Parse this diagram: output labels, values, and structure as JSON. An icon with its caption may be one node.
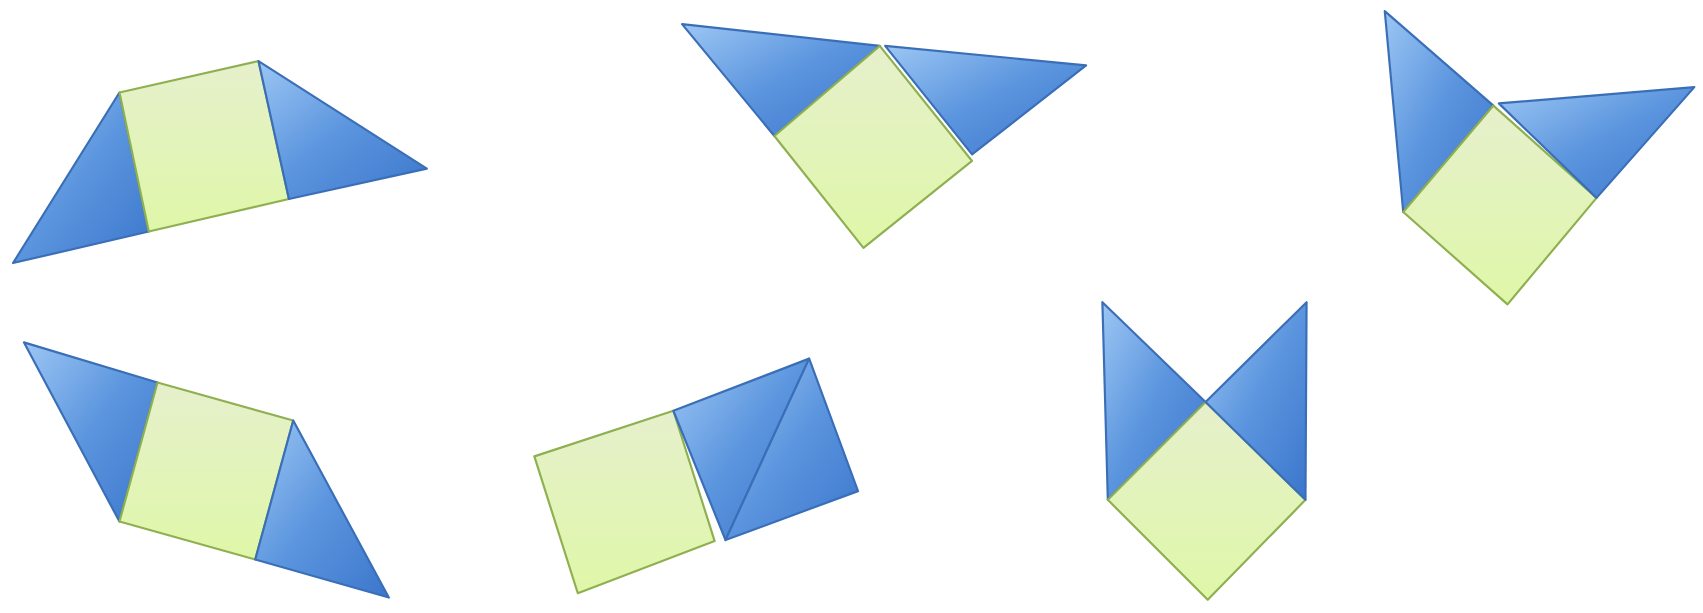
{
  "diagram": {
    "nodes": [
      {
        "text": [],
        "shape": "triangle"
      },
      {
        "text": [],
        "shape": "box"
      },
      {
        "text": [],
        "shape": "triangle"
      },
      {
        "text": [],
        "shape": "triangle"
      },
      {
        "text": [],
        "shape": "diamond"
      },
      {
        "text": [],
        "shape": "triangle"
      },
      {
        "text": [],
        "shape": "triangle"
      },
      {
        "text": [],
        "shape": "diamond"
      },
      {
        "text": [],
        "shape": "triangle"
      },
      {
        "text": [],
        "shape": "triangle"
      },
      {
        "text": [],
        "shape": "box"
      },
      {
        "text": [],
        "shape": "triangle"
      },
      {
        "text": [],
        "shape": "box"
      },
      {
        "text": [],
        "shape": "triangle"
      },
      {
        "text": [],
        "shape": "triangle"
      },
      {
        "text": [],
        "shape": "triangle"
      },
      {
        "text": [],
        "shape": "diamond"
      },
      {
        "text": [],
        "shape": "triangle"
      }
    ]
  }
}
